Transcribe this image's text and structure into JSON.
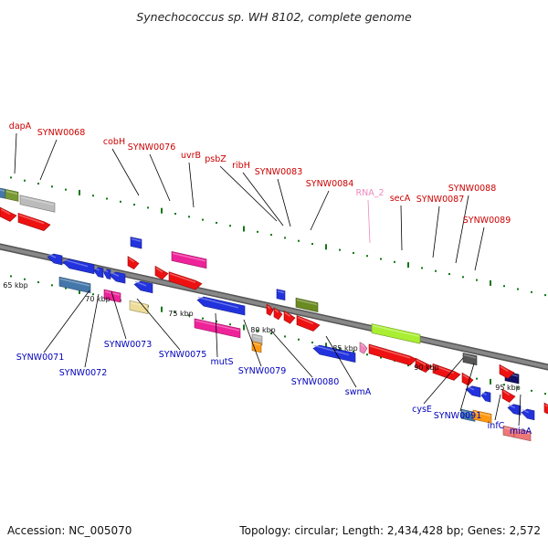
{
  "title": "Synechococcus sp. WH 8102, complete genome",
  "footer": {
    "accession": "Accession: NC_005070",
    "summary": "Topology: circular; Length: 2,434,428 bp; Genes: 2,572"
  },
  "colors": {
    "plus_label": "#cc0000",
    "minus_label": "#0000bb",
    "rna_label": "#ee88bb",
    "leader": "#000000",
    "backbone": "#888888",
    "tick": "#117711"
  },
  "scale_ticks": [
    "65 kbp",
    "70 kbp",
    "75 kbp",
    "80 kbp",
    "85 kbp",
    "90 kbp",
    "95 kbp"
  ],
  "plus_labels": [
    "dapA",
    "SYNW0068",
    "cobH",
    "SYNW0076",
    "uvrB",
    "psbZ",
    "ribH",
    "SYNW0083",
    "SYNW0084",
    "secA",
    "SYNW0087",
    "SYNW0088",
    "SYNW0089"
  ],
  "rna_labels": [
    "RNA_2"
  ],
  "minus_labels": [
    "SYNW0071",
    "SYNW0072",
    "SYNW0073",
    "SYNW0075",
    "mutS",
    "SYNW0079",
    "SYNW0080",
    "swmA",
    "cysE",
    "SYNW0091",
    "infC",
    "miaA"
  ]
}
